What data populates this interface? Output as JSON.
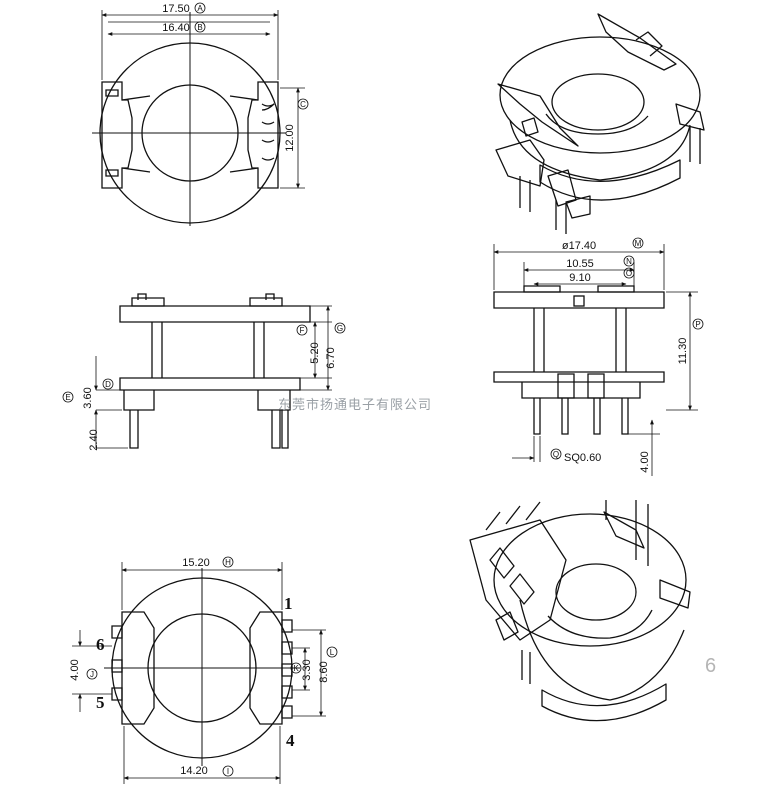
{
  "top_view": {
    "dims": {
      "width_outer": "17.50",
      "width_inner": "16.40",
      "height": "12.00",
      "mark_a": "A",
      "mark_b": "B",
      "mark_c": "C"
    }
  },
  "front_view": {
    "dims": {
      "d_520": "5.20",
      "d_670": "6.70",
      "d_360": "3.60",
      "d_240": "2.40",
      "mark_f": "F",
      "mark_g": "G",
      "mark_d": "D",
      "mark_e": "E"
    }
  },
  "side_view": {
    "dims": {
      "d_1740": "ø17.40",
      "d_1055": "10.55",
      "d_910": "9.10",
      "d_1130": "11.30",
      "d_400": "4.00",
      "sq": "SQ0.60",
      "mark_m": "M",
      "mark_n": "N",
      "mark_o": "O",
      "mark_p": "P",
      "mark_q": "Q"
    }
  },
  "bottom_view": {
    "dims": {
      "d_1520": "15.20",
      "d_1420": "14.20",
      "d_400": "4.00",
      "d_330": "3.30",
      "d_860": "8.60",
      "mark_h": "H",
      "mark_i": "I",
      "mark_j": "J",
      "mark_k": "K",
      "mark_l": "L"
    },
    "pins": [
      "1",
      "6",
      "5",
      "4"
    ]
  },
  "watermark": "东莞市扬通电子有限公司",
  "page_number": "6"
}
